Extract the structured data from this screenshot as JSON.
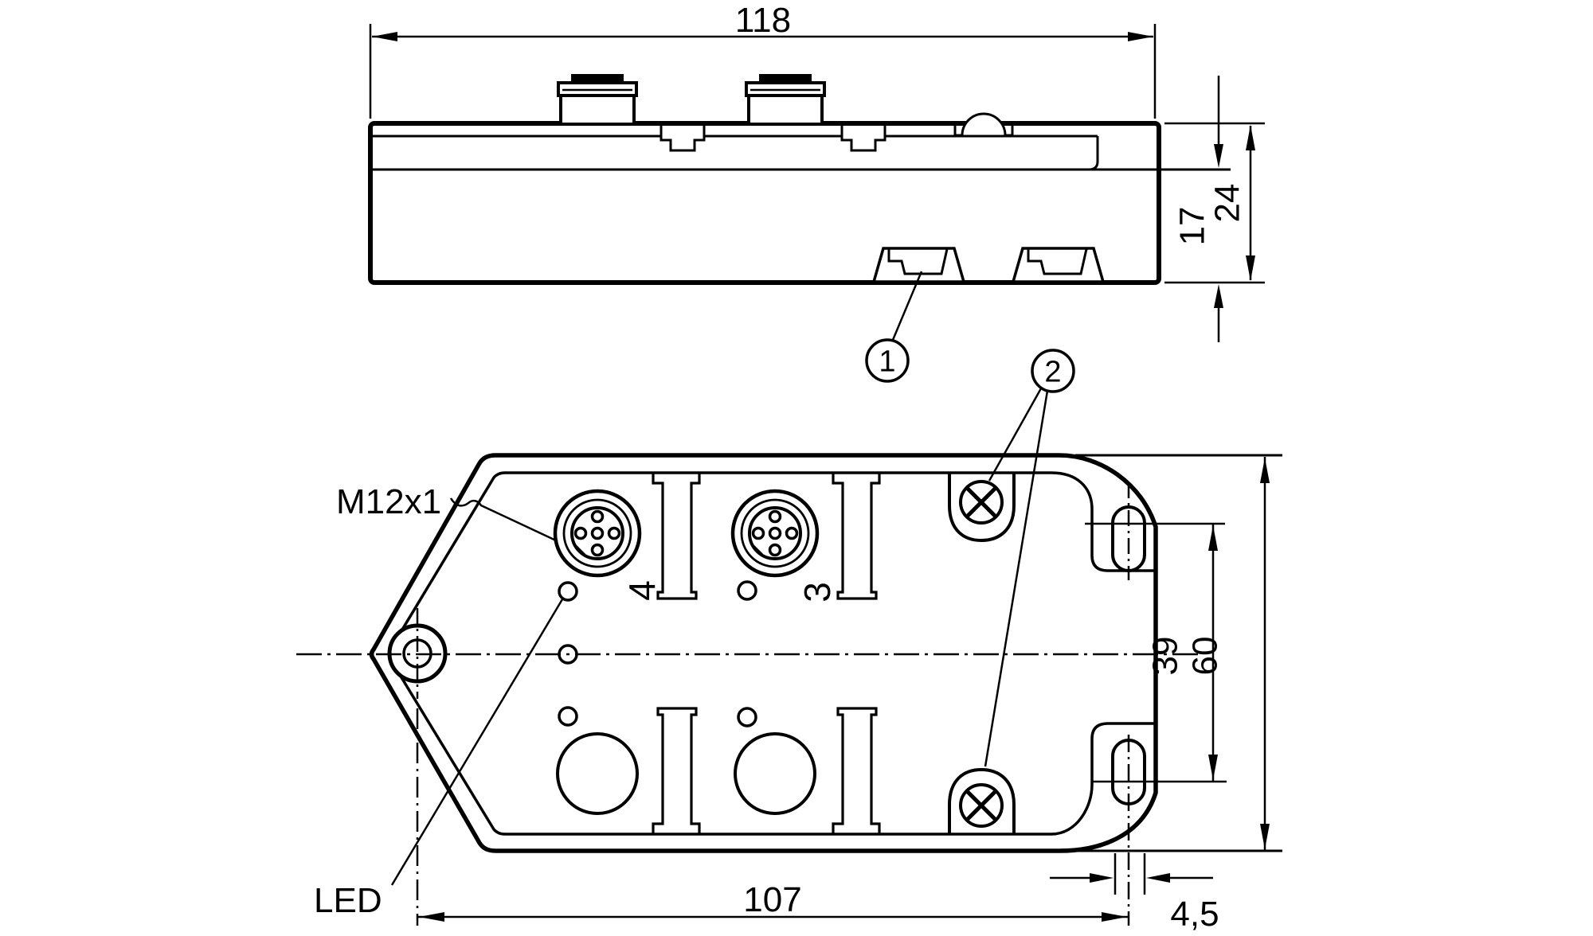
{
  "drawing": {
    "kind": "technical-dimensional-drawing",
    "colors": {
      "ink": "#000000",
      "paper": "#ffffff"
    },
    "dims": {
      "overall_length": "118",
      "body_height": "17",
      "overall_height": "24",
      "hole_distance": "107",
      "slot_width": "4,5",
      "slot_offset": "39",
      "front_height": "60"
    },
    "labels": {
      "connector_thread": "M12x1",
      "led": "LED",
      "port_4": "4",
      "port_3": "3",
      "callout_clip": "1",
      "callout_screw": "2"
    }
  }
}
